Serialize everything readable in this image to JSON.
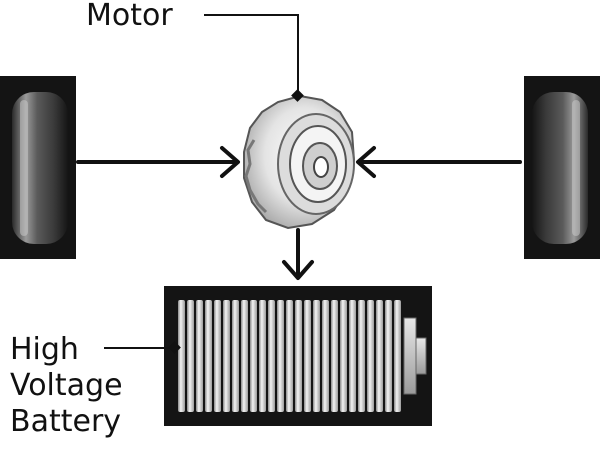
{
  "labels": {
    "motor": "Motor",
    "battery_line1": "High",
    "battery_line2": "Voltage",
    "battery_line3": "Battery"
  },
  "icons": {
    "left_wheel": "wheel-icon",
    "right_wheel": "wheel-icon",
    "motor": "motor-icon",
    "battery": "battery-icon"
  },
  "colors": {
    "line": "#111111",
    "panel": "#141414",
    "metal_light": "#f2f2f2",
    "metal_mid": "#b8b8b8"
  }
}
